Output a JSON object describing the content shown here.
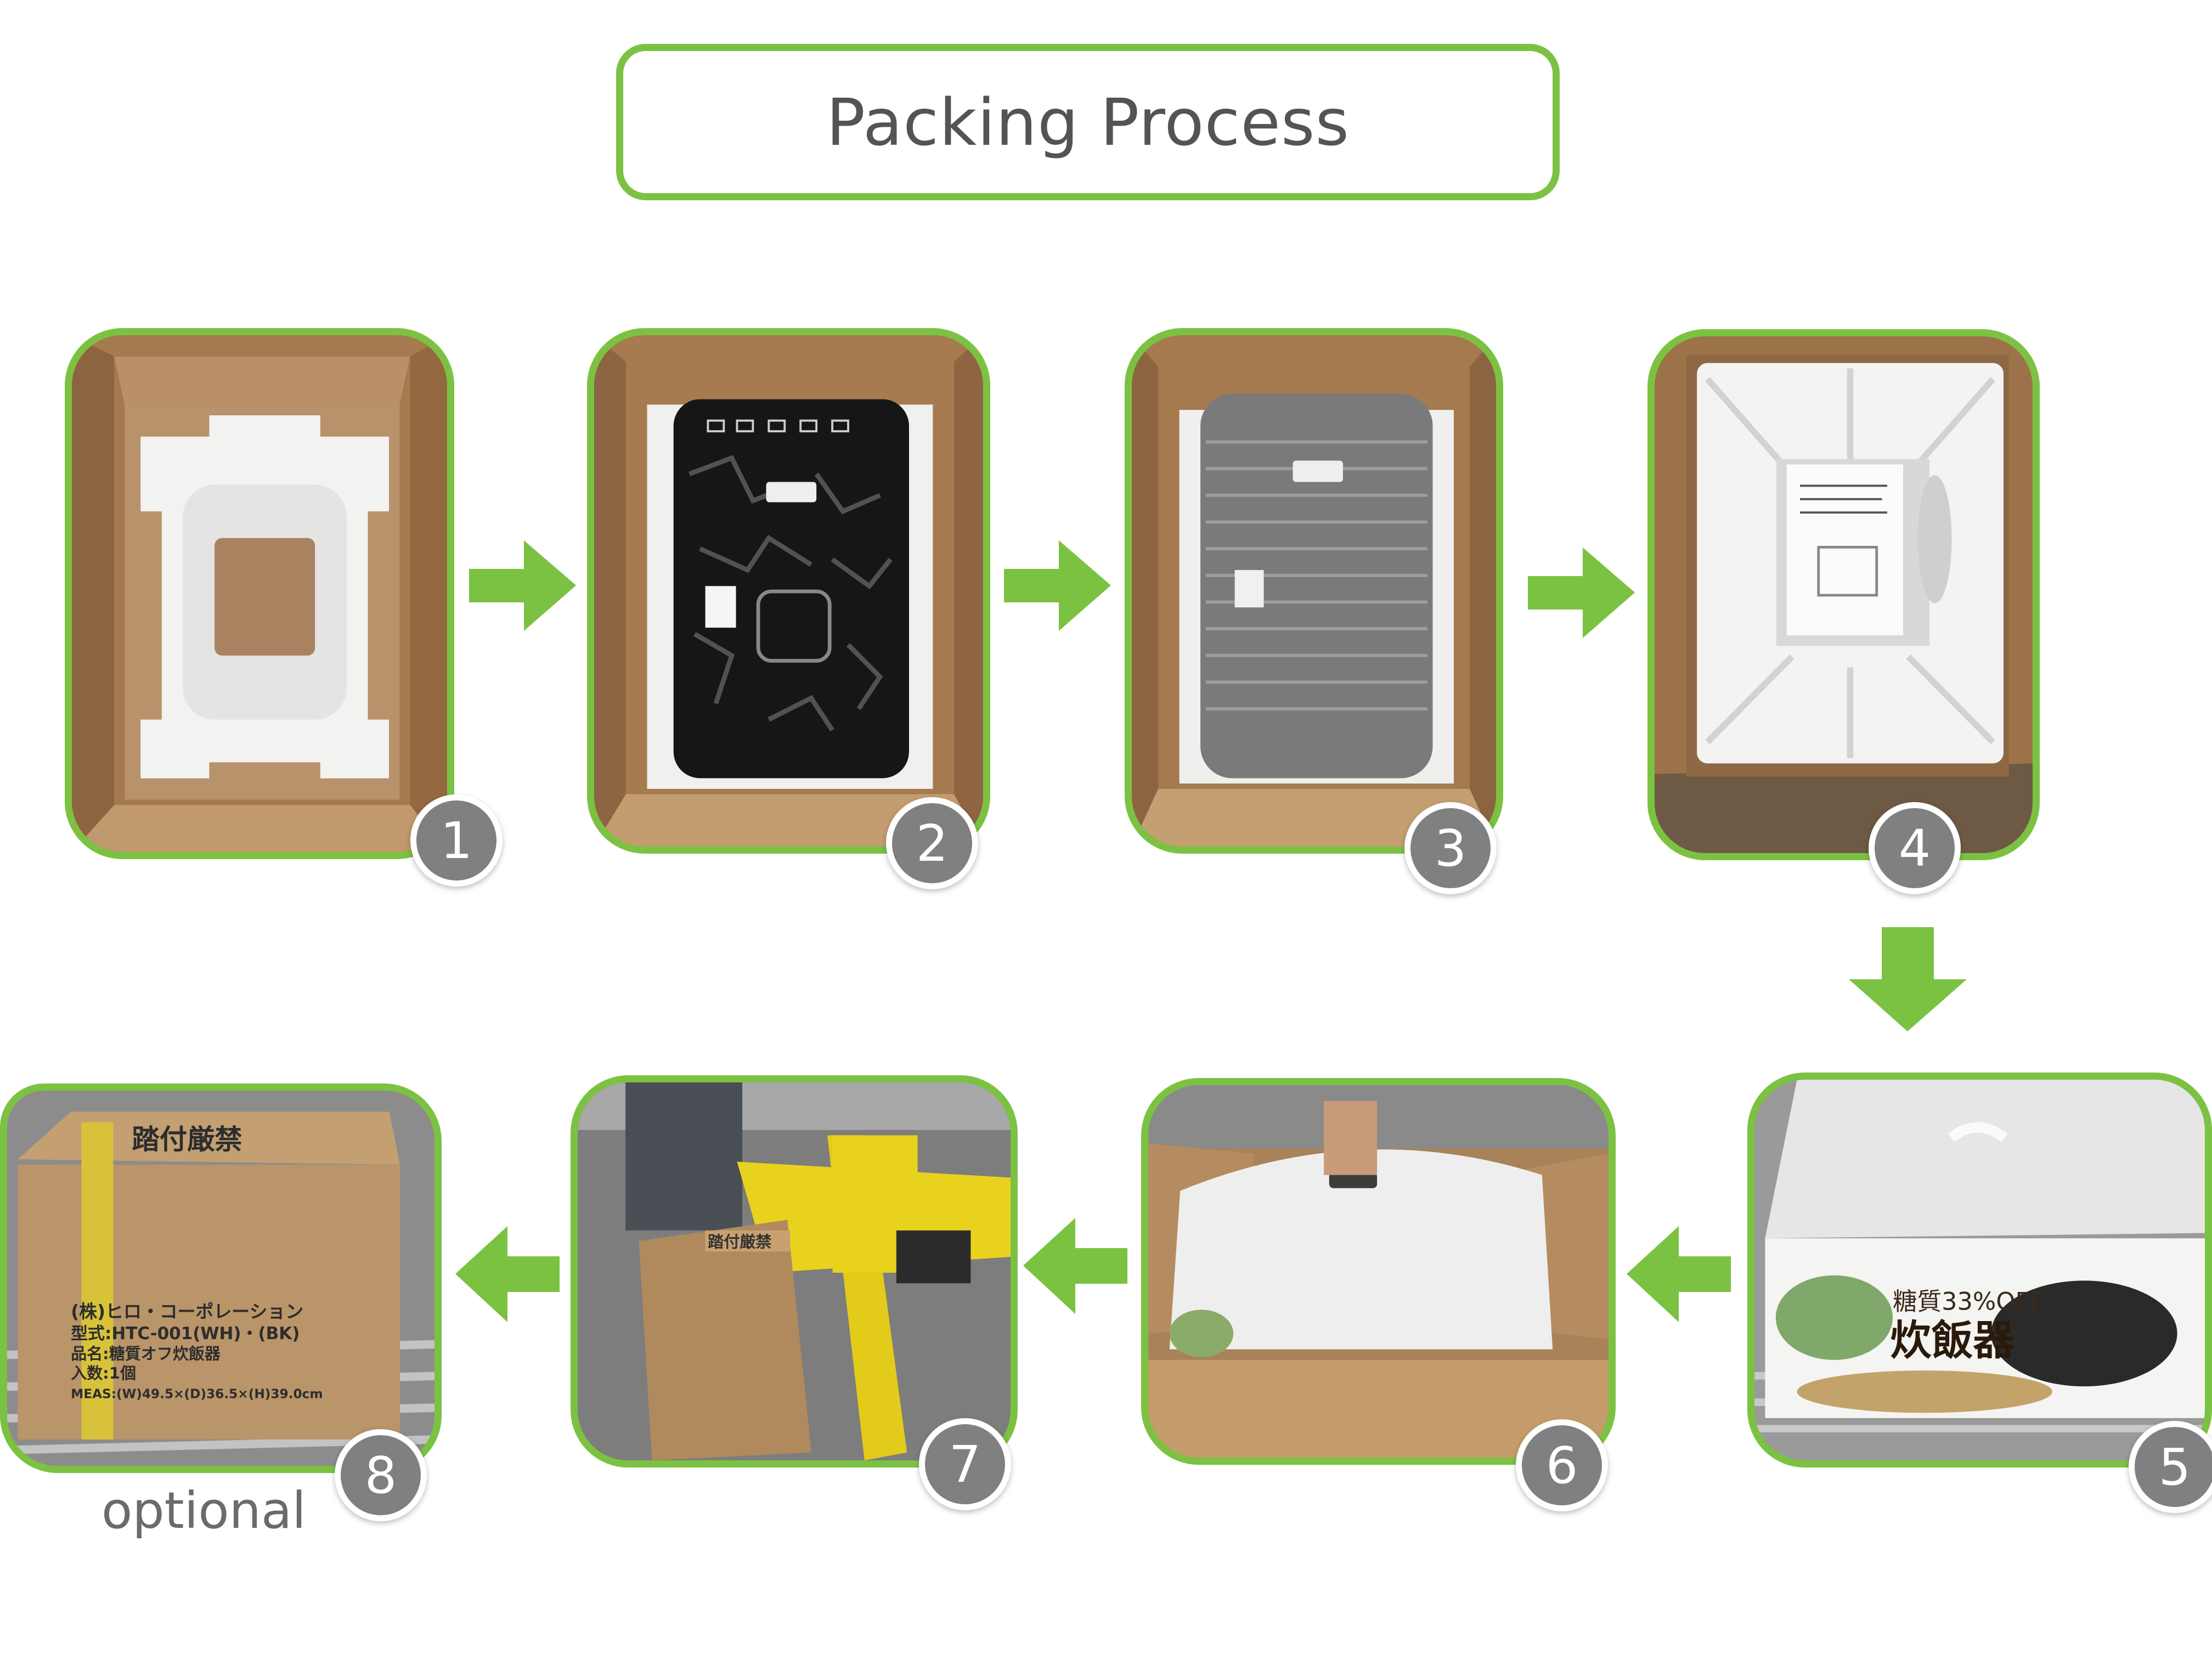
{
  "title": "Packing Process",
  "accent_color": "#7cc242",
  "badge_color": "#808080",
  "steps": [
    {
      "number": "1",
      "icon": "empty-box-with-foam-photo"
    },
    {
      "number": "2",
      "icon": "rice-cooker-in-box-photo"
    },
    {
      "number": "3",
      "icon": "cooker-in-plastic-bag-photo"
    },
    {
      "number": "4",
      "icon": "top-foam-with-manual-photo"
    },
    {
      "number": "5",
      "icon": "retail-box-photo"
    },
    {
      "number": "6",
      "icon": "retail-box-into-carton-photo"
    },
    {
      "number": "7",
      "icon": "carton-tape-sealing-photo"
    },
    {
      "number": "8",
      "icon": "strapped-carton-photo"
    }
  ],
  "step5_box_text": {
    "promo": "糖質33%OFF",
    "product": "炊飯器"
  },
  "carton_text": {
    "top": "踏付厳禁",
    "company": "(株)ヒロ・コーポレーション",
    "model": "型式:HTC-001(WH)・(BK)",
    "name": "品名:糖質オフ炊飯器",
    "qty": "入数:1個",
    "meas": "MEAS:(W)49.5×(D)36.5×(H)39.0cm"
  },
  "optional_label": "optional"
}
